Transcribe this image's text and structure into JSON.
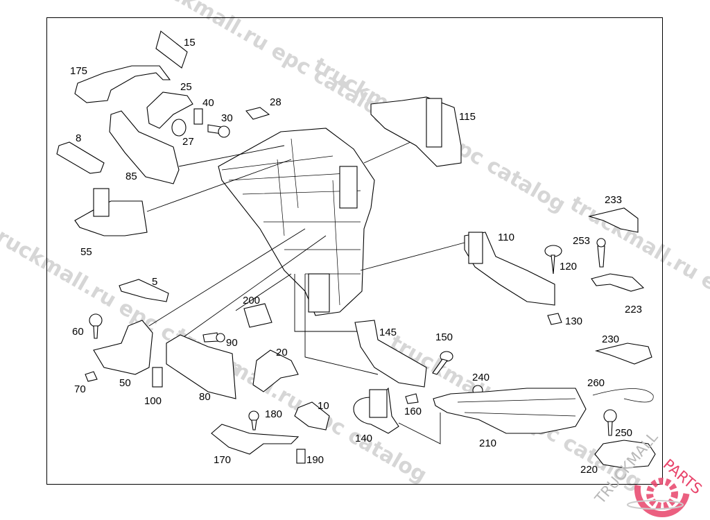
{
  "diagram": {
    "part_labels": [
      "15",
      "175",
      "25",
      "40",
      "28",
      "30",
      "27",
      "8",
      "85",
      "115",
      "233",
      "253",
      "110",
      "120",
      "55",
      "5",
      "223",
      "130",
      "200",
      "60",
      "145",
      "150",
      "90",
      "230",
      "20",
      "70",
      "50",
      "100",
      "80",
      "240",
      "260",
      "160",
      "10",
      "180",
      "250",
      "140",
      "210",
      "170",
      "190",
      "220"
    ]
  },
  "watermark": {
    "text": "truckmall.ru epc catalog",
    "color": "#d6d6d6"
  },
  "logo": {
    "text_left": "TRUCKMALL",
    "text_right": "PARTS",
    "gray": "#b8b8b8",
    "red": "#e8436a"
  }
}
